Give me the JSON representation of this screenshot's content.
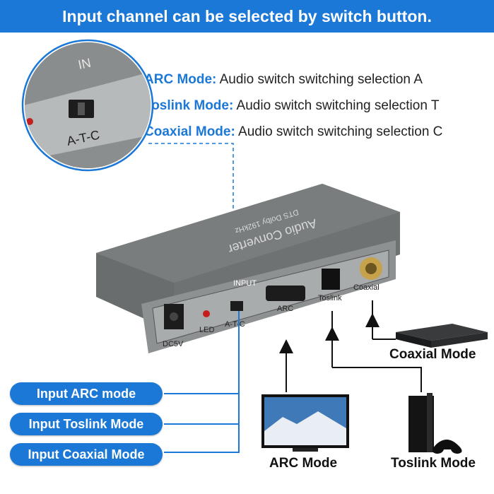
{
  "banner": {
    "text": "Input channel can be selected by switch button."
  },
  "modes": [
    {
      "key": "ARC Mode:",
      "desc": " Audio switch switching selection A"
    },
    {
      "key": "Toslink Mode:",
      "desc": " Audio switch switching selection T"
    },
    {
      "key": "Coaxial Mode:",
      "desc": " Audio switch switching selection C"
    }
  ],
  "zoom": {
    "switch_label": "A-T-C",
    "top_text": "IN"
  },
  "device": {
    "brand_line1": "Audio Converter",
    "brand_line2": "DTS Dolby 192kHz",
    "input_label": "INPUT",
    "ports": [
      "DC5V",
      "LED",
      "A-T-C",
      "ARC",
      "Toslink",
      "Coaxial"
    ]
  },
  "pills": [
    "Input ARC mode",
    "Input Toslink Mode",
    "Input Coaxial Mode"
  ],
  "captions": {
    "coaxial": "Coaxial Mode",
    "arc": "ARC Mode",
    "toslink": "Toslink Mode"
  },
  "colors": {
    "accent": "#1b78d6",
    "device": "#7c7f80",
    "panel": "#a9acad"
  }
}
